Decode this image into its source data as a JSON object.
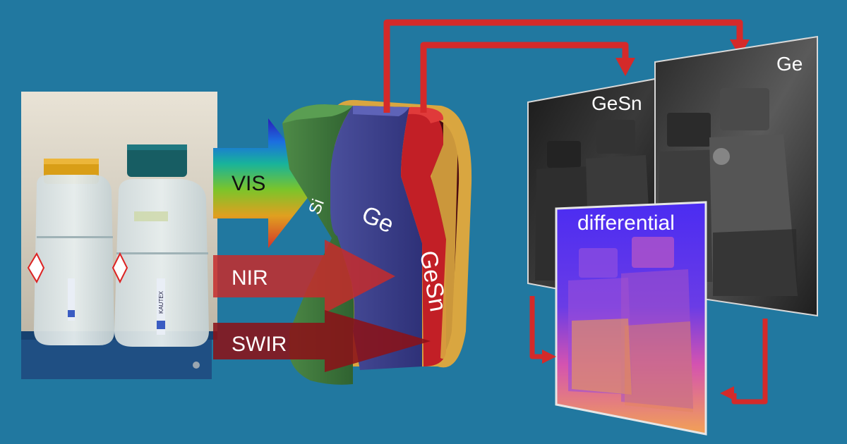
{
  "diagram": {
    "photo_label": "KAUTEX",
    "bands": {
      "vis": "VIS",
      "nir": "NIR",
      "swir": "SWIR"
    },
    "layers": {
      "si": "Si",
      "ge": "Ge",
      "gesn": "GeSn"
    },
    "images": {
      "gesn": "GeSn",
      "ge": "Ge",
      "differential": "differential"
    },
    "colors": {
      "background": "#2178a0",
      "si": "#3f7a3d",
      "ge": "#3d3f86",
      "gesn": "#c21f26",
      "arrow_red": "#d42a2a",
      "gold": "#d9a640"
    }
  }
}
